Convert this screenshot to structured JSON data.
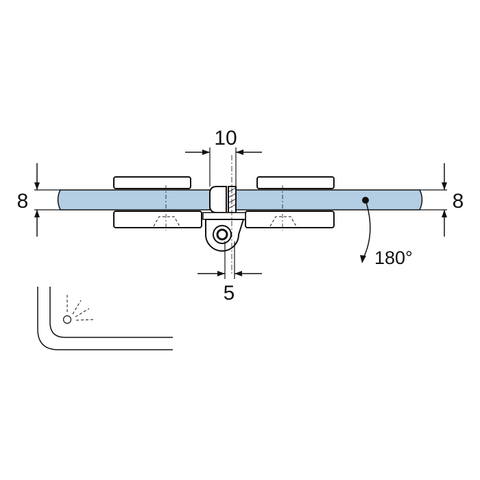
{
  "dimensions": {
    "glass_thickness_left": "8",
    "glass_thickness_right": "8",
    "gap_top": "10",
    "pin_bottom": "5"
  },
  "rotation": {
    "angle_label": "180°"
  },
  "colors": {
    "glass": "#b3cde3",
    "stroke": "#111111",
    "background": "#ffffff"
  },
  "icons": {
    "corner": "light-corner-icon"
  }
}
